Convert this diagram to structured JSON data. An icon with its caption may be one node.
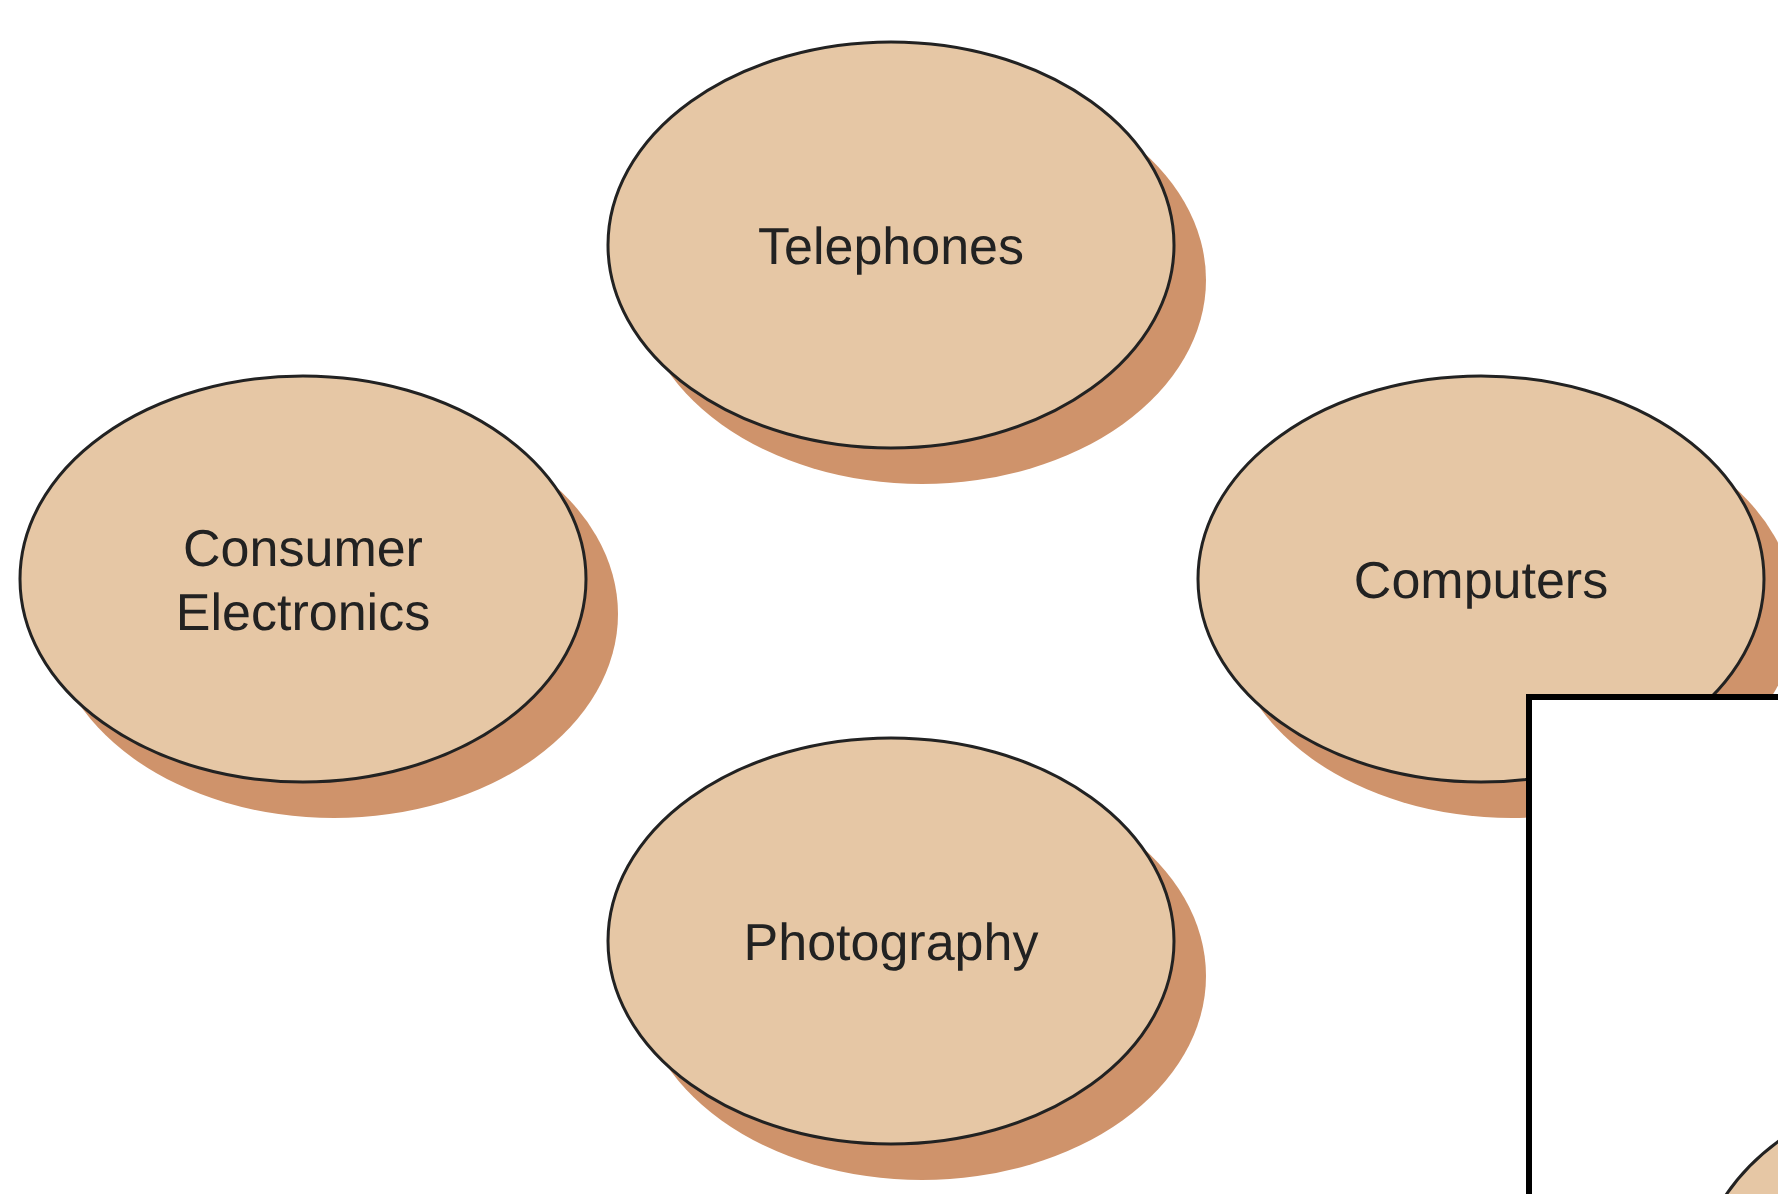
{
  "diagram": {
    "nodes": [
      {
        "text": [
          "Telephones"
        ]
      },
      {
        "text": [
          "Consumer Electronics"
        ]
      },
      {
        "text": [
          "Computers"
        ]
      },
      {
        "text": [
          "Photography"
        ]
      },
      {
        "text": [],
        "shape": "box"
      },
      {
        "text": [],
        "shape": "circle"
      }
    ]
  }
}
